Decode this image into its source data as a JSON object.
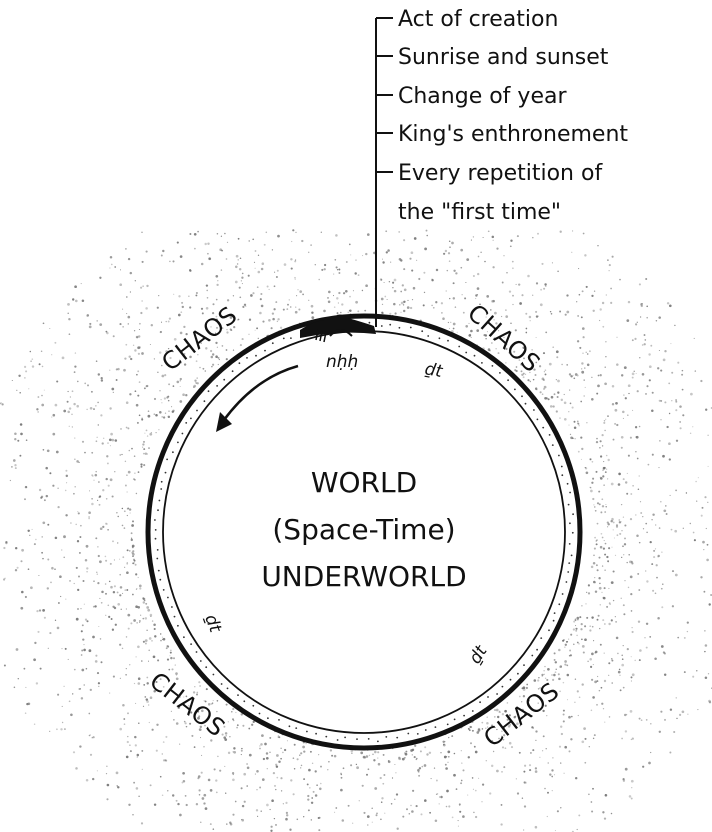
{
  "events": [
    "Act of creation",
    "Sunrise and sunset",
    "Change of year",
    "King's enthronement",
    "Every repetition of",
    "the \"first time\""
  ],
  "chaos_label": "CHAOS",
  "center": {
    "line1": "WORLD",
    "line2": "(Space-Time)",
    "line3": "UNDERWORLD"
  },
  "time_labels": {
    "nhh": "nḥḥ",
    "dt": "ḏt"
  },
  "colors": {
    "ink": "#111111",
    "background": "#ffffff",
    "stipple": "#6f6f6f"
  }
}
